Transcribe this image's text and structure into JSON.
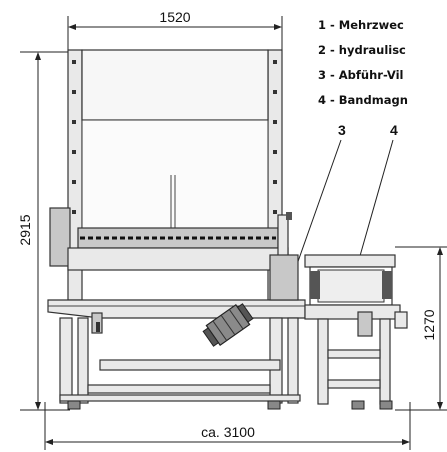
{
  "dimensions": {
    "width_top": "1520",
    "height_left": "2915",
    "height_right": "1270",
    "width_bottom": "ca. 3100"
  },
  "legend": [
    "1 - Mehrzwec",
    "2 - hydraulisc",
    "3 - Abführ-Vil",
    "4 - Bandmagn"
  ],
  "callouts": [
    "3",
    "4"
  ],
  "colors": {
    "line": "#333333",
    "fill_light": "#e9e9e9",
    "fill_dark": "#c8c8c8",
    "background": "#ffffff"
  }
}
